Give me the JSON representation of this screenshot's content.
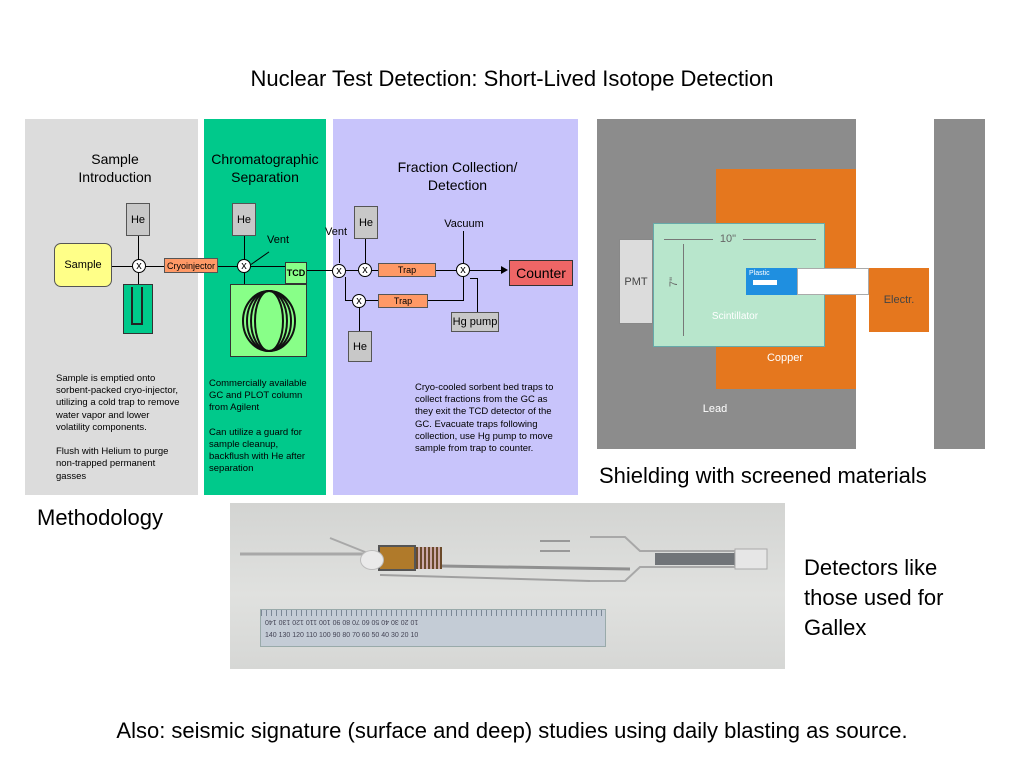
{
  "title": "Nuclear Test Detection: Short-Lived Isotope Detection",
  "methodology_caption": "Methodology",
  "shielding_caption": "Shielding with screened materials",
  "detectors_caption": "Detectors like those used for Gallex",
  "footer": "Also: seismic signature (surface and deep) studies using daily blasting as source.",
  "colors": {
    "panel_gray": "#dcdcdc",
    "panel_green": "#00c98b",
    "panel_lavender": "#c8c4fb",
    "sample_yellow": "#ffff88",
    "orange_box": "#ff9966",
    "counter_red": "#ee6666",
    "copper": "#e5771e",
    "scintillator": "#b8e6cc",
    "lead": "#8c8c8c",
    "plastic": "#1f8fe0"
  },
  "diagram": {
    "sample_intro": {
      "title": "Sample\nIntroduction",
      "he": "He",
      "sample": "Sample",
      "valve": "x",
      "description": "Sample is emptied onto sorbent-packed cryo-injector, utilizing a cold trap to remove water vapor and lower volatility components.\n\nFlush with Helium to purge non-trapped permanent gasses"
    },
    "chromatographic": {
      "title": "Chromatographic\nSeparation",
      "he": "He",
      "vent": "Vent",
      "cryoinjector": "Cryoinjector",
      "tcd": "TCD",
      "valve": "x",
      "description": "Commercially available GC and PLOT column from Agilent\n\nCan utilize a guard for sample cleanup, backflush with He after separation"
    },
    "fraction": {
      "title": "Fraction Collection/\nDetection",
      "vent": "Vent",
      "he_top": "He",
      "he_bottom": "He",
      "vacuum": "Vacuum",
      "trap_top": "Trap",
      "trap_bottom": "Trap",
      "counter": "Counter",
      "hg_pump": "Hg pump",
      "valve": "x",
      "description": "Cryo-cooled sorbent bed traps to collect fractions from the GC as they exit the TCD detector of the GC.  Evacuate traps following collection, use Hg pump to move sample from trap to counter."
    }
  },
  "shielding": {
    "pmt": "PMT",
    "dim_width": "10\"",
    "dim_height": "7\"",
    "plastic": "Plastic",
    "scintillator": "Scintillator",
    "electr": "Electr.",
    "copper": "Copper",
    "lead": "Lead"
  },
  "photo": {
    "ruler_top": "10  20  30  40  50  60  70  80  90  100  110  120  130  140",
    "ruler_bottom": "140  130  120  110  100  90  80  70  60  50  40  30  20  10"
  }
}
